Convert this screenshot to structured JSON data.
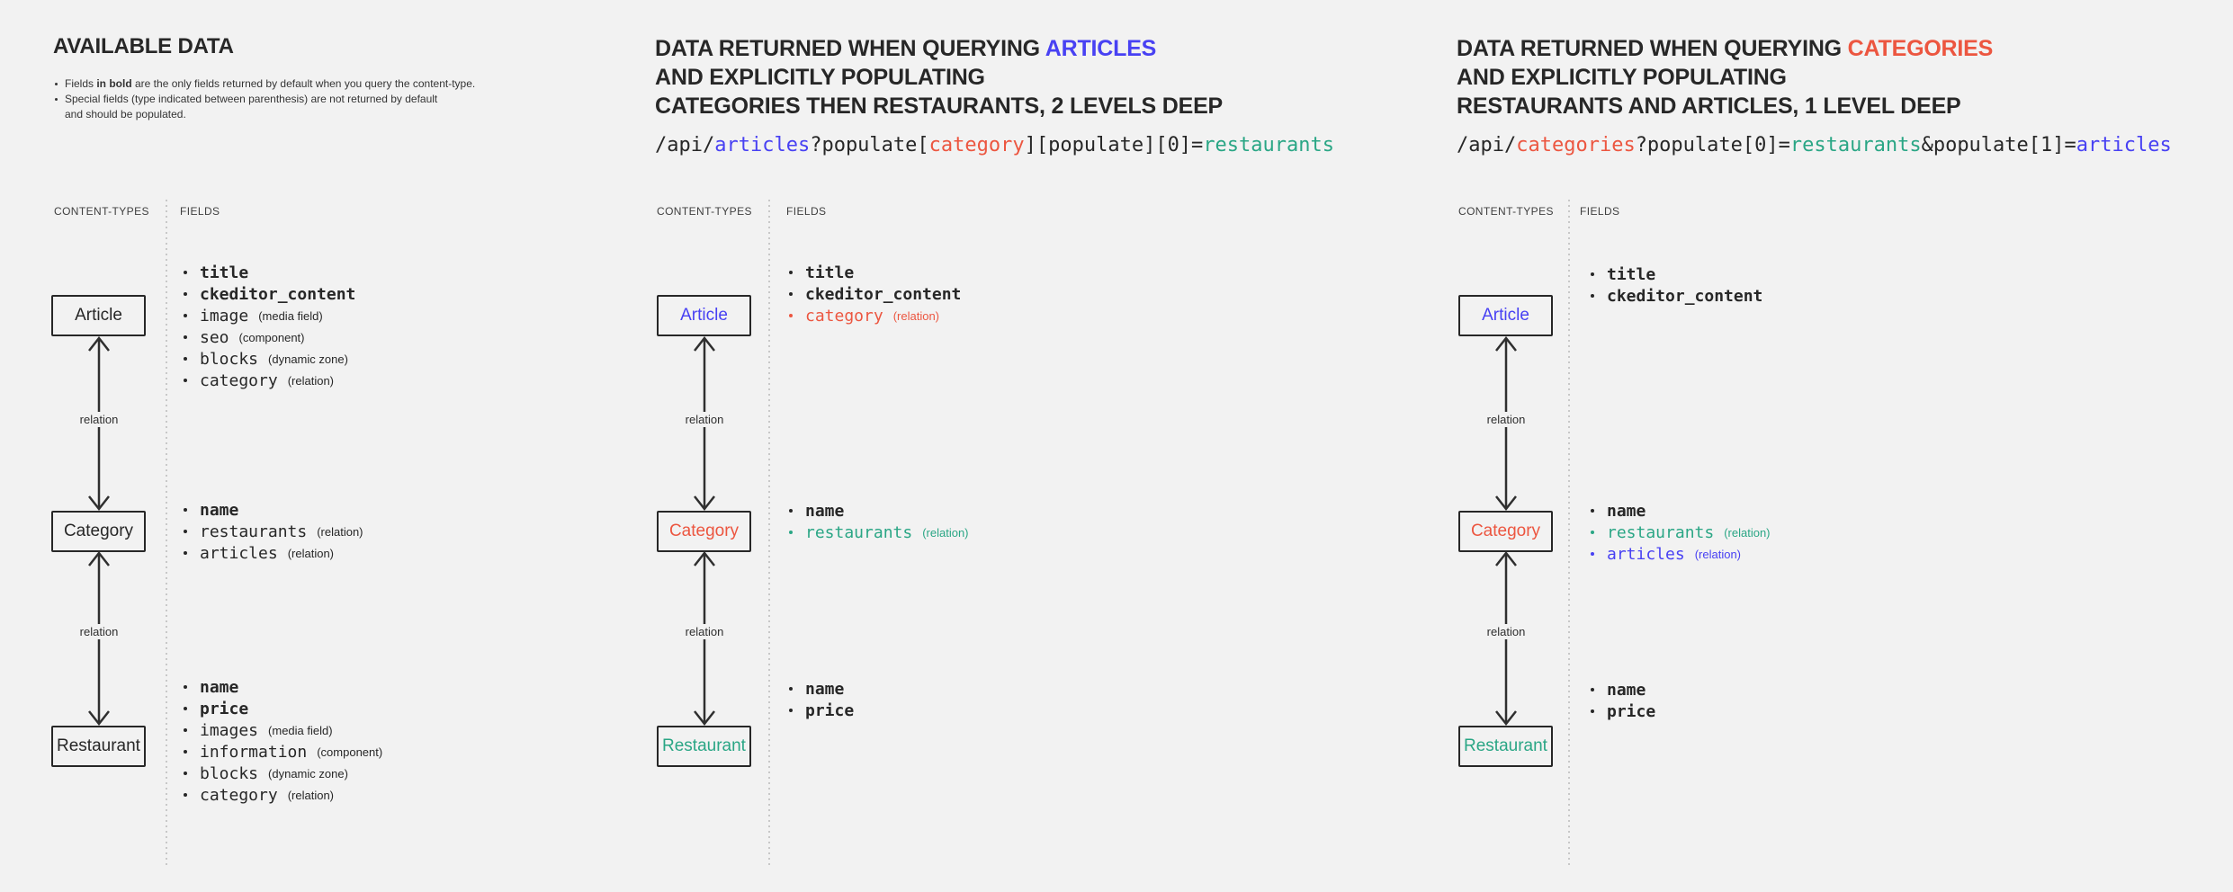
{
  "colors": {
    "bg": "#f2f2f2",
    "ink": "#272727",
    "blue": "#4841f3",
    "red": "#ec5640",
    "green": "#2aa685",
    "muted": "#3f3f3f",
    "note": "#343434",
    "divider": "#c8c8c8",
    "arrow": "#2f2f2f"
  },
  "panels": [
    {
      "title_main": "AVAILABLE DATA",
      "notes": {
        "n1_pre": "Fields ",
        "n1_bold": "in bold",
        "n1_post": " are the only fields returned by default when you query the content-type.",
        "n2": "Special fields (type indicated between parenthesis) are not returned by default",
        "n3": "and should be populated."
      },
      "labels": {
        "content_types": "CONTENT-TYPES",
        "fields": "FIELDS"
      },
      "relation_label": "relation",
      "nodes": [
        {
          "name": "Article",
          "fields": [
            {
              "name": "title",
              "type": "",
              "default": true
            },
            {
              "name": "ckeditor_content",
              "type": "",
              "default": true
            },
            {
              "name": "image",
              "type": "(media field)",
              "default": false
            },
            {
              "name": "seo",
              "type": "(component)",
              "default": false
            },
            {
              "name": "blocks",
              "type": "(dynamic zone)",
              "default": false
            },
            {
              "name": "category",
              "type": "(relation)",
              "default": false
            }
          ]
        },
        {
          "name": "Category",
          "fields": [
            {
              "name": "name",
              "type": "",
              "default": true
            },
            {
              "name": "restaurants",
              "type": "(relation)",
              "default": false
            },
            {
              "name": "articles",
              "type": "(relation)",
              "default": false
            }
          ]
        },
        {
          "name": "Restaurant",
          "fields": [
            {
              "name": "name",
              "type": "",
              "default": true
            },
            {
              "name": "price",
              "type": "",
              "default": true
            },
            {
              "name": "images",
              "type": "(media field)",
              "default": false
            },
            {
              "name": "information",
              "type": "(component)",
              "default": false
            },
            {
              "name": "blocks",
              "type": "(dynamic zone)",
              "default": false
            },
            {
              "name": "category",
              "type": "(relation)",
              "default": false
            }
          ]
        }
      ]
    },
    {
      "title_pre": "DATA RETURNED WHEN QUERYING ",
      "title_highlight": "ARTICLES",
      "title_line2": "AND EXPLICITLY POPULATING",
      "title_line3": "CATEGORIES THEN RESTAURANTS, 2 LEVELS DEEP",
      "code": [
        {
          "t": "/api/"
        },
        {
          "t": "articles"
        },
        {
          "t": "?populate["
        },
        {
          "t": "category"
        },
        {
          "t": "][populate][0]="
        },
        {
          "t": "restaurants"
        }
      ],
      "labels": {
        "content_types": "CONTENT-TYPES",
        "fields": "FIELDS"
      },
      "relation_label": "relation",
      "nodes": [
        {
          "name": "Article",
          "fields": [
            {
              "name": "title",
              "type": "",
              "default": true
            },
            {
              "name": "ckeditor_content",
              "type": "",
              "default": true
            },
            {
              "name": "category",
              "type": "(relation)",
              "default": false
            }
          ]
        },
        {
          "name": "Category",
          "fields": [
            {
              "name": "name",
              "type": "",
              "default": true
            },
            {
              "name": "restaurants",
              "type": "(relation)",
              "default": false
            }
          ]
        },
        {
          "name": "Restaurant",
          "fields": [
            {
              "name": "name",
              "type": "",
              "default": true
            },
            {
              "name": "price",
              "type": "",
              "default": true
            }
          ]
        }
      ]
    },
    {
      "title_pre": "DATA RETURNED WHEN QUERYING ",
      "title_highlight": "CATEGORIES",
      "title_line2": "AND EXPLICITLY POPULATING",
      "title_line3": "RESTAURANTS AND ARTICLES, 1 LEVEL DEEP",
      "code": [
        {
          "t": "/api/"
        },
        {
          "t": "categories"
        },
        {
          "t": "?populate[0]="
        },
        {
          "t": "restaurants"
        },
        {
          "t": "&populate[1]="
        },
        {
          "t": "articles"
        }
      ],
      "labels": {
        "content_types": "CONTENT-TYPES",
        "fields": "FIELDS"
      },
      "relation_label": "relation",
      "nodes": [
        {
          "name": "Article",
          "fields": [
            {
              "name": "title",
              "type": "",
              "default": true
            },
            {
              "name": "ckeditor_content",
              "type": "",
              "default": true
            }
          ]
        },
        {
          "name": "Category",
          "fields": [
            {
              "name": "name",
              "type": "",
              "default": true
            },
            {
              "name": "restaurants",
              "type": "(relation)",
              "default": false
            },
            {
              "name": "articles",
              "type": "(relation)",
              "default": false
            }
          ]
        },
        {
          "name": "Restaurant",
          "fields": [
            {
              "name": "name",
              "type": "",
              "default": true
            },
            {
              "name": "price",
              "type": "",
              "default": true
            }
          ]
        }
      ]
    }
  ]
}
